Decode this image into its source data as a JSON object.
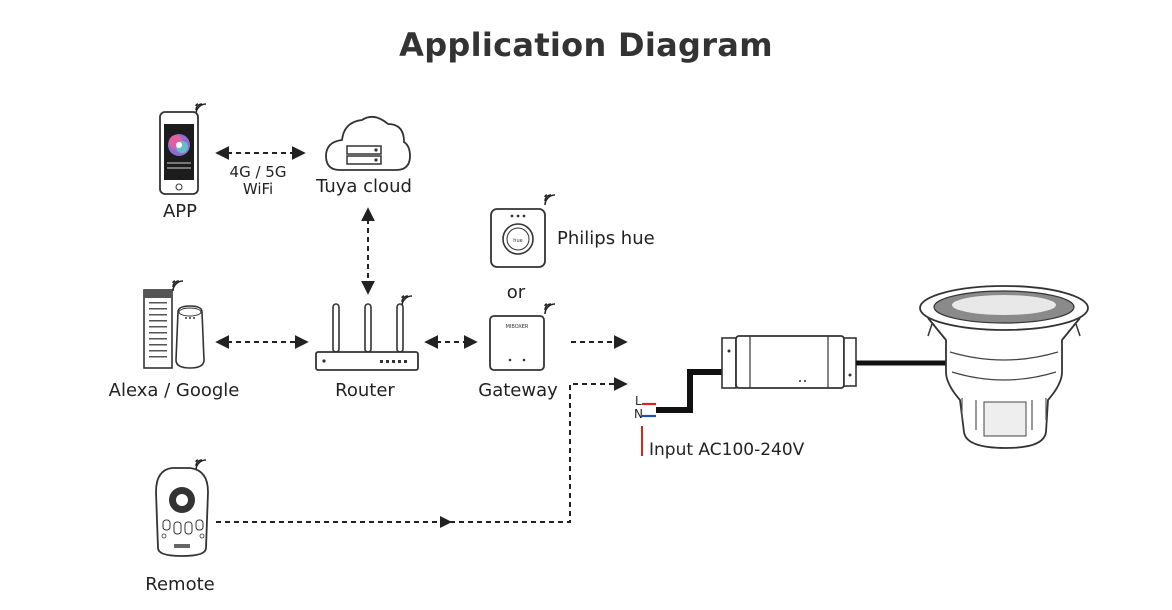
{
  "title": "Application Diagram",
  "nodes": {
    "app": "APP",
    "cloud": "Tuya cloud",
    "philips": "Philips hue",
    "or": "or",
    "alexa": "Alexa / Google",
    "router": "Router",
    "gateway": "Gateway",
    "remote": "Remote"
  },
  "link_app_cloud": {
    "line1": "4G / 5G",
    "line2": "WiFi"
  },
  "wiring": {
    "l_label": "L",
    "n_label": "N",
    "input": "Input AC100-240V"
  },
  "gateway_brand": "MIBOXER",
  "colors": {
    "line": "#222222",
    "live": "#d9261c",
    "neutral": "#1e4fb8",
    "device": "#ffffff",
    "device_stroke": "#333333"
  }
}
